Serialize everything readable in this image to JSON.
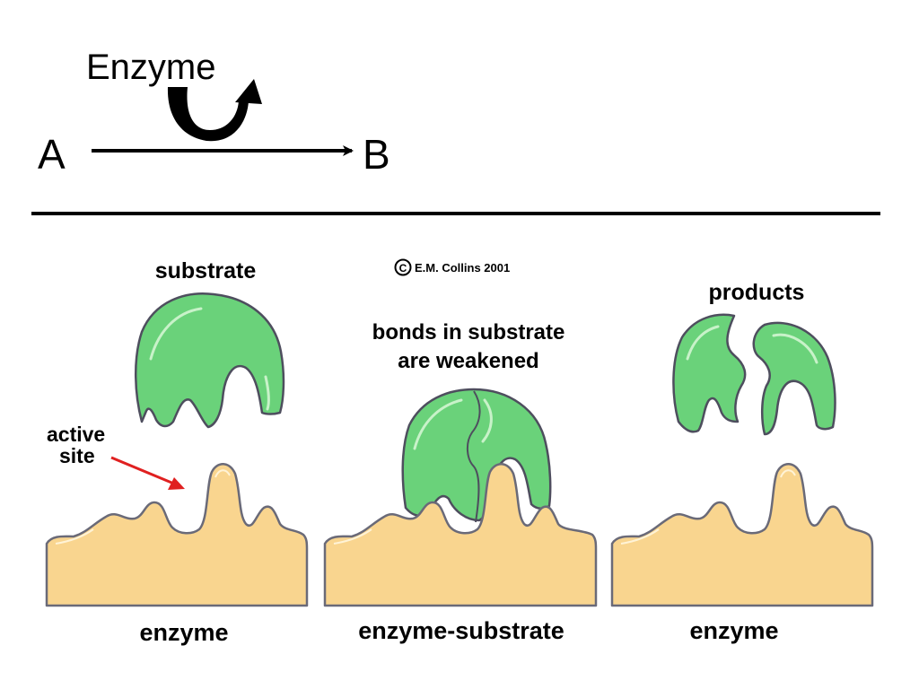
{
  "reaction": {
    "label_a": "A",
    "label_b": "B",
    "enzyme_label": "Enzyme"
  },
  "panels": {
    "left": {
      "substrate_label": "substrate",
      "active_site_label_1": "active",
      "active_site_label_2": "site",
      "caption": "enzyme"
    },
    "middle": {
      "copyright": "E.M. Collins 2001",
      "copyright_symbol": "C",
      "note_line_1": "bonds in substrate",
      "note_line_2": "are weakened",
      "caption": "enzyme-substrate"
    },
    "right": {
      "products_label": "products",
      "caption": "enzyme"
    }
  },
  "colors": {
    "enzyme": "#f9d58f",
    "substrate": "#6ad27a",
    "arrow_pointer": "#e02020"
  }
}
